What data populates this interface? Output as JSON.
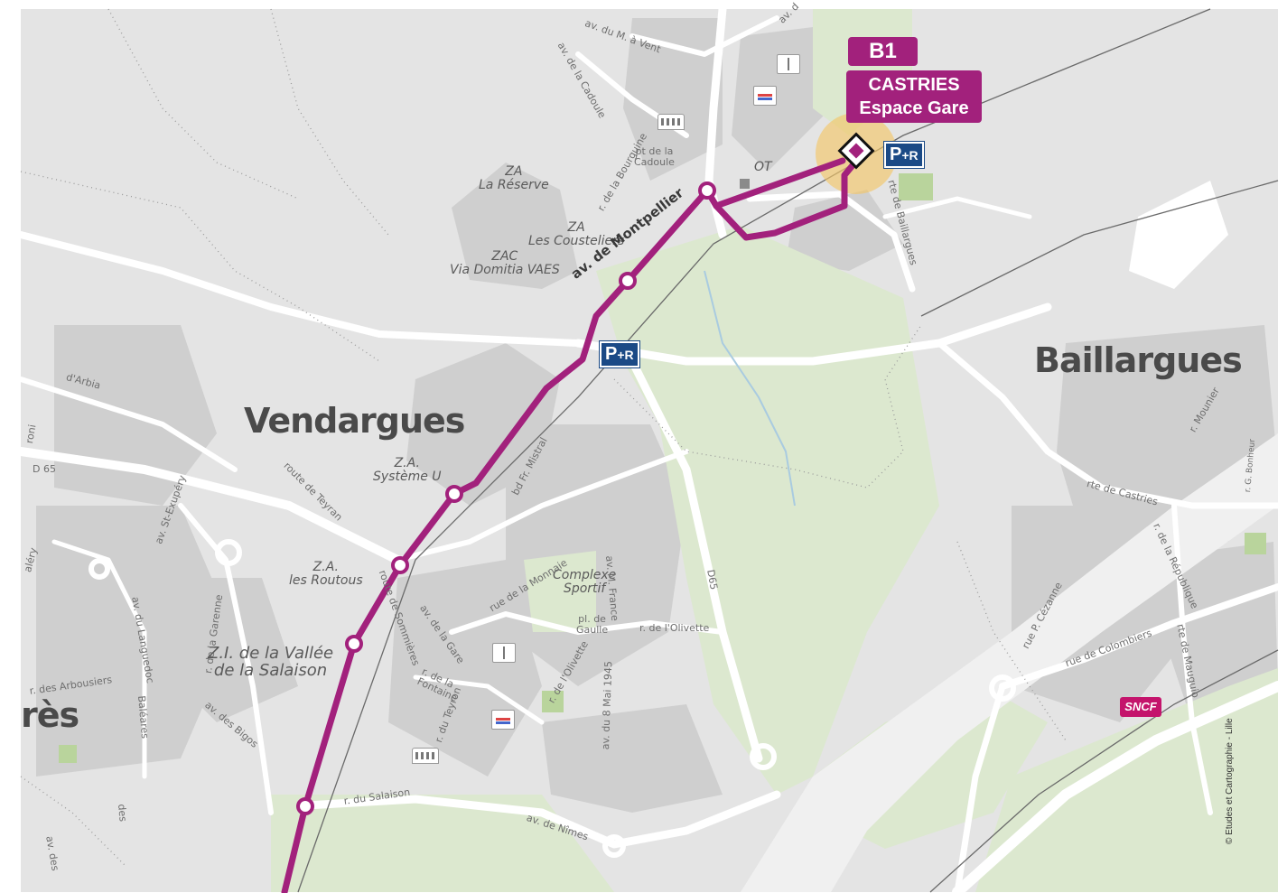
{
  "line": {
    "code": "B1",
    "color": "#a2217c",
    "terminus": {
      "line1": "CASTRIES",
      "line2": "Espace Gare"
    }
  },
  "towns": {
    "vendargues": "Vendargues",
    "baillargues": "Baillargues",
    "partial_left": "rès"
  },
  "park_ride": {
    "p": "P",
    "plus_r": "+R"
  },
  "zones": {
    "za_reserve": {
      "l1": "ZA",
      "l2": "La Réserve"
    },
    "za_cousteliers": {
      "l1": "ZA",
      "l2": "Les Cousteliers"
    },
    "zac_via_domitia": {
      "l1": "ZAC",
      "l2": "Via Domitia VAES"
    },
    "za_systeme_u": {
      "l1": "Z.A.",
      "l2": "Système U"
    },
    "za_routous": {
      "l1": "Z.A.",
      "l2": "les Routous"
    },
    "zi_salaison": {
      "l1": "Z.I. de la Vallée",
      "l2": "de la Salaison"
    },
    "complexe_sportif": {
      "l1": "Complexe",
      "l2": "Sportif"
    },
    "ot": "OT"
  },
  "streets": {
    "av_montpellier": "av. de Montpellier",
    "av_m_a_vent": "av. du M. à Vent",
    "av_cadoule": "av. de la Cadoule",
    "pt_cadoule": {
      "l1": "pt de la",
      "l2": "Cadoule"
    },
    "r_bourguine": {
      "l1": "r. de la",
      "l2": "Bourguine"
    },
    "rte_baillargues": "rte de Baillargues",
    "d65_left": "D 65",
    "d65_right": "D65",
    "route_teyran": "route de Teyran",
    "bd_mistral": "bd Fr. Mistral",
    "rue_de_la_monnaie": "rue de la Monnaie",
    "av_m_france": "av. M. France",
    "pl_gaulle": {
      "l1": "pl. de",
      "l2": "Gaulle"
    },
    "r_olivette_1": "r. de l'Olivette",
    "r_olivette_2": "r. de l'Olivette",
    "av_8_mai": "av. du 8 Mai 1945",
    "av_gare": "av. de la Gare",
    "r_fontaine": {
      "l1": "r. de la",
      "l2": "Fontaine"
    },
    "r_teyron": {
      "l1": "r. du",
      "l2": "Teyron"
    },
    "route_sommieres": "route de Sommières",
    "r_salaison": "r. du Salaison",
    "av_nimes": "av. de Nîmes",
    "r_garenne": "r. de la Garenne",
    "av_languedoc": "av. du Languedoc",
    "av_st_exupery": "av. St-Exupéry",
    "r_arbousiers": "r. des Arbousiers",
    "av_bigos": "av. des Bigos",
    "balaeres": "Baléares",
    "d_arbia": "d'Arbia",
    "roni": "roni",
    "alery": "aléry",
    "des": "des",
    "av_des": "av. des",
    "rte_castries": "rte de Castries",
    "r_mounier": "r. Mounier",
    "r_bonheur": "r. G. Bonheur",
    "r_republique": "r. de la République",
    "rue_cezanne": "rue P. Cézanne",
    "rue_colombiers": "rue de Colombiers",
    "rte_mauguio": "rte de Mauguio",
    "av_d": "av. d"
  },
  "sncf": "SNCF",
  "credit": "© Etudes et Cartographie - Lille"
}
